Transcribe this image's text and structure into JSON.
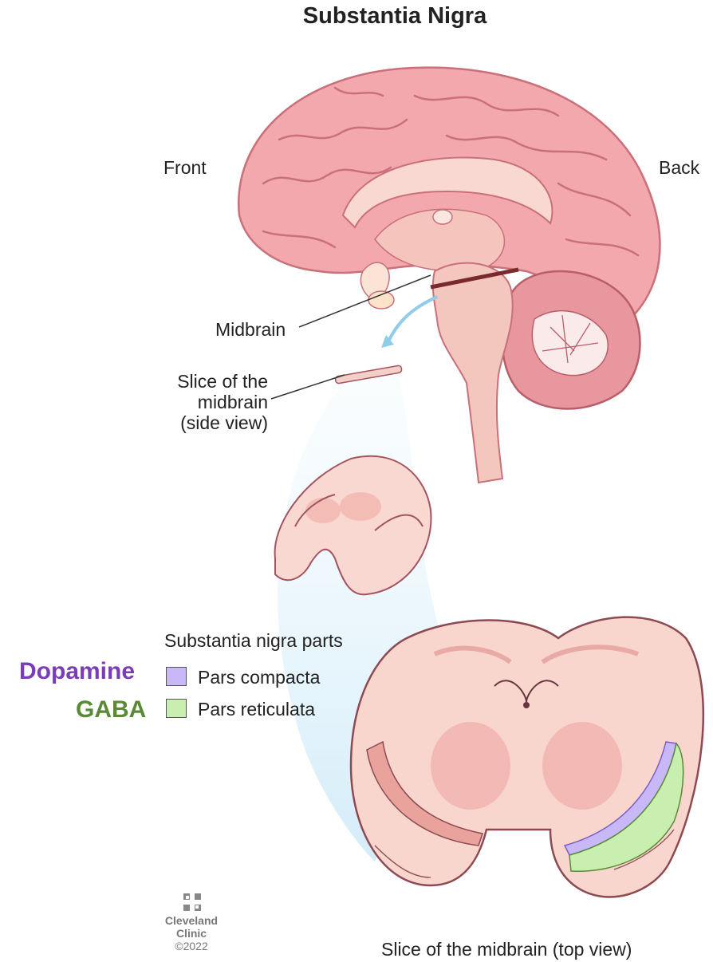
{
  "title": "Substantia Nigra",
  "labels": {
    "front": "Front",
    "back": "Back",
    "midbrain": "Midbrain",
    "slice_side": [
      "Slice of the",
      "midbrain",
      "(side view)"
    ],
    "slice_top": "Slice of the midbrain (top view)"
  },
  "legend": {
    "heading": "Substantia nigra parts",
    "items": [
      {
        "label": "Pars compacta",
        "neurotransmitter": "Dopamine",
        "color": "#c9b8f7",
        "text_color": "#7a3db8"
      },
      {
        "label": "Pars reticulata",
        "neurotransmitter": "GABA",
        "color": "#c8efb0",
        "text_color": "#5a8a35"
      }
    ]
  },
  "logo": {
    "line1": "Cleveland",
    "line2": "Clinic",
    "line3": "©2022"
  },
  "colors": {
    "brain": "#f2a8ad",
    "brain_dark": "#c9707a",
    "tissue": "#f6d3cc",
    "highlight_beam": "#d8f0fb",
    "arrow": "#8fcde9"
  }
}
